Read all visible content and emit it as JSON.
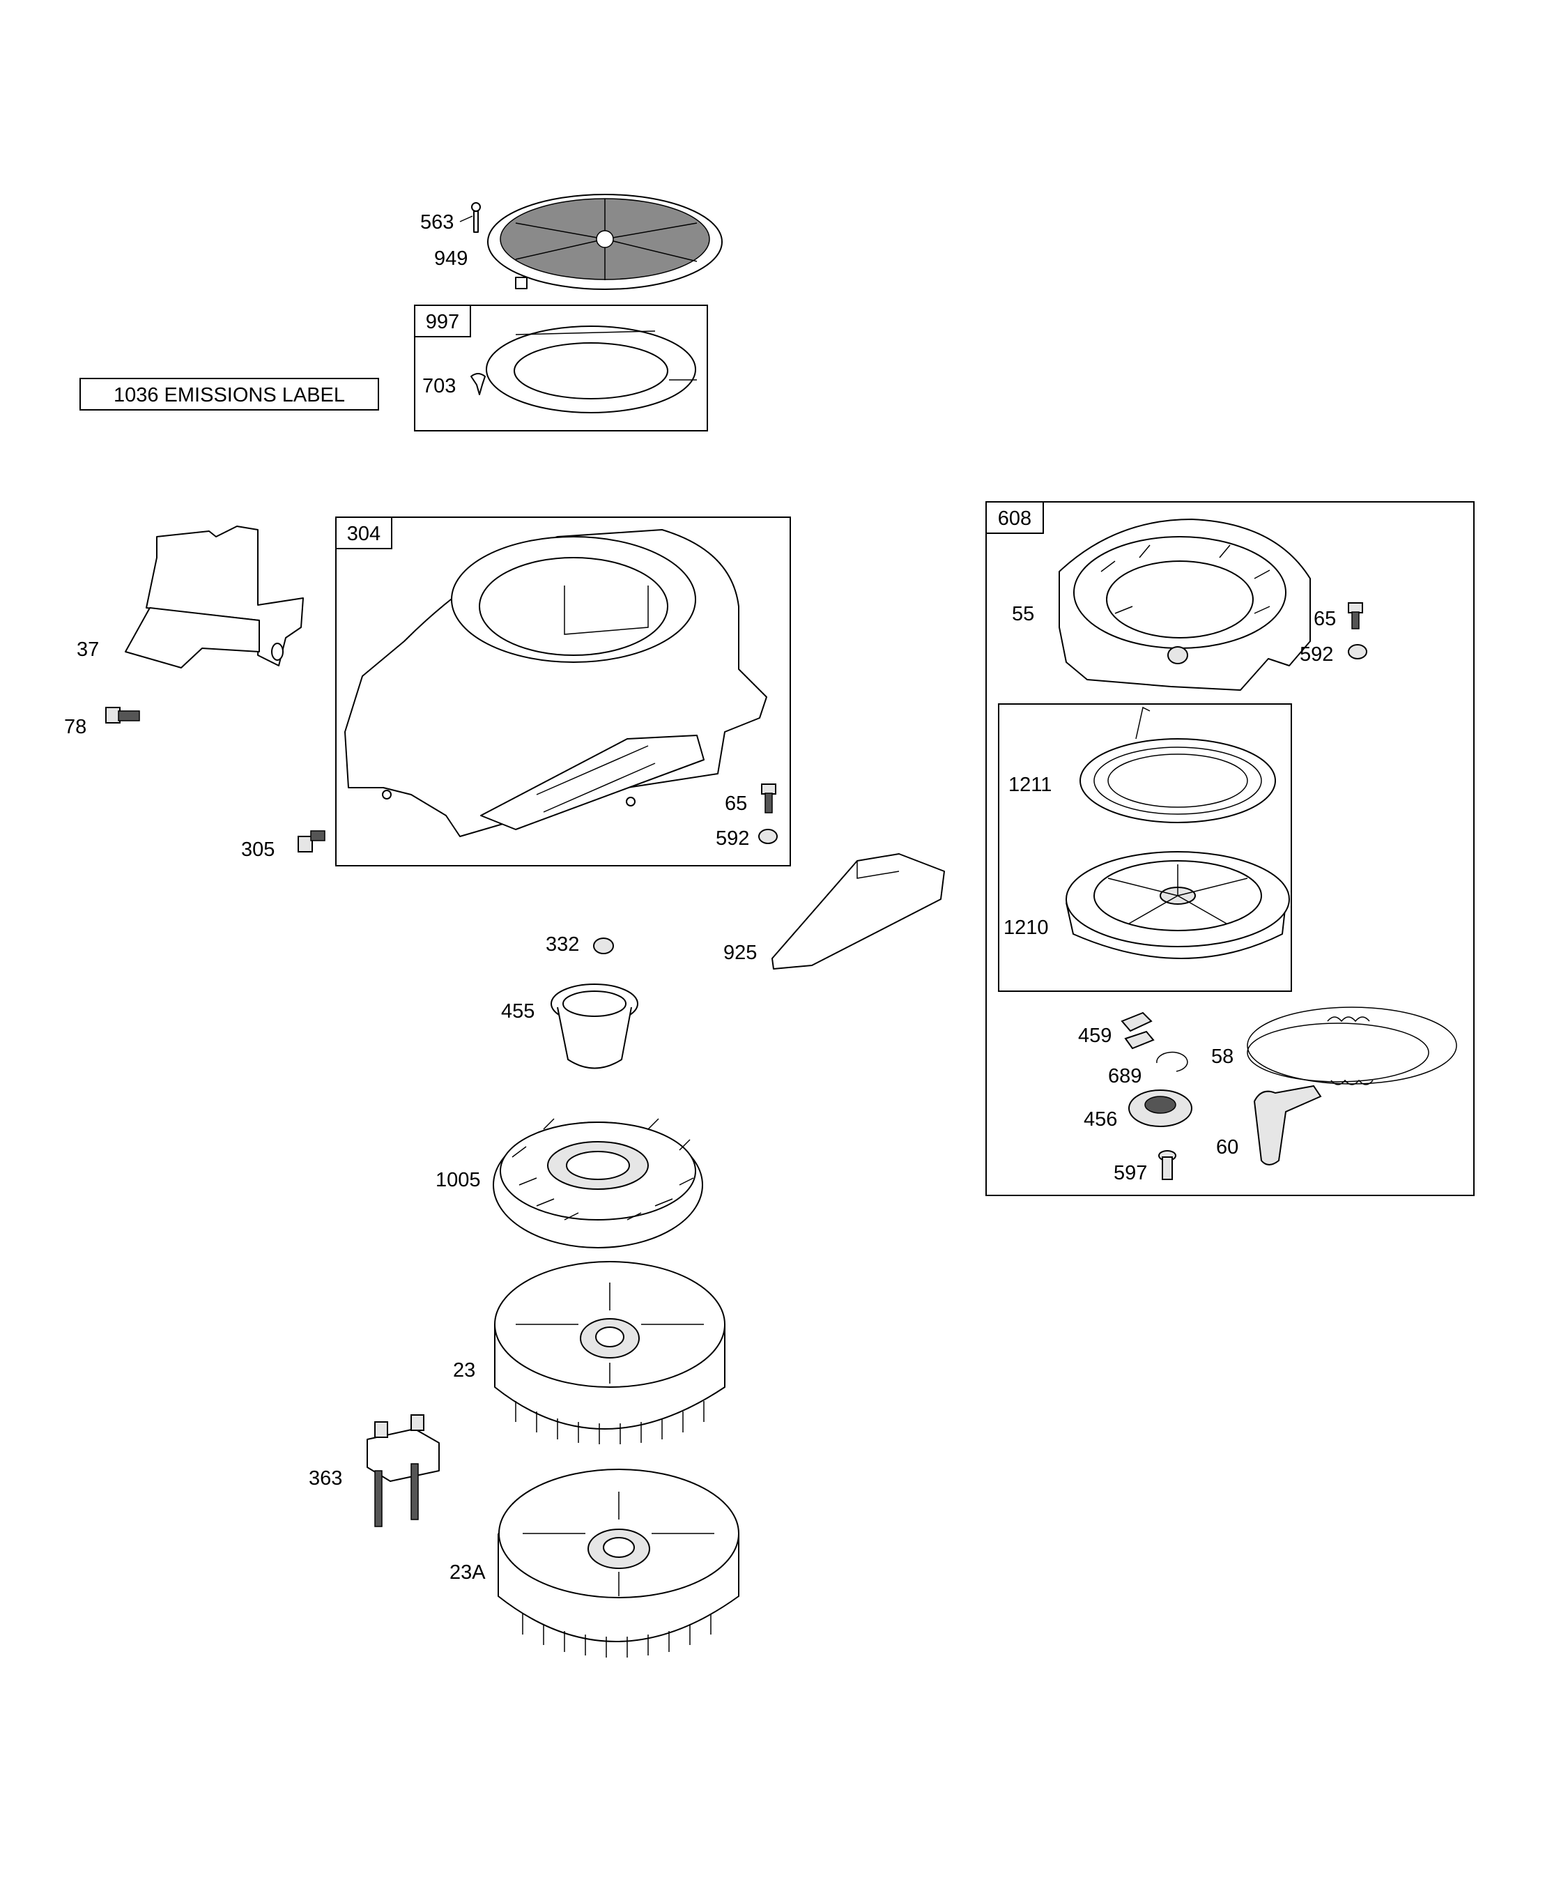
{
  "emissions_label": "1036 EMISSIONS LABEL",
  "boxes": {
    "b997": "997",
    "b304": "304",
    "b608": "608"
  },
  "labels": {
    "l563": "563",
    "l949": "949",
    "l703": "703",
    "l37": "37",
    "l78": "78",
    "l305": "305",
    "l65a": "65",
    "l592a": "592",
    "l332": "332",
    "l455": "455",
    "l925": "925",
    "l1005": "1005",
    "l23": "23",
    "l363": "363",
    "l23a": "23A",
    "l55": "55",
    "l65b": "65",
    "l592b": "592",
    "l1211": "1211",
    "l1210": "1210",
    "l459": "459",
    "l58": "58",
    "l689": "689",
    "l456": "456",
    "l60": "60",
    "l597": "597"
  }
}
